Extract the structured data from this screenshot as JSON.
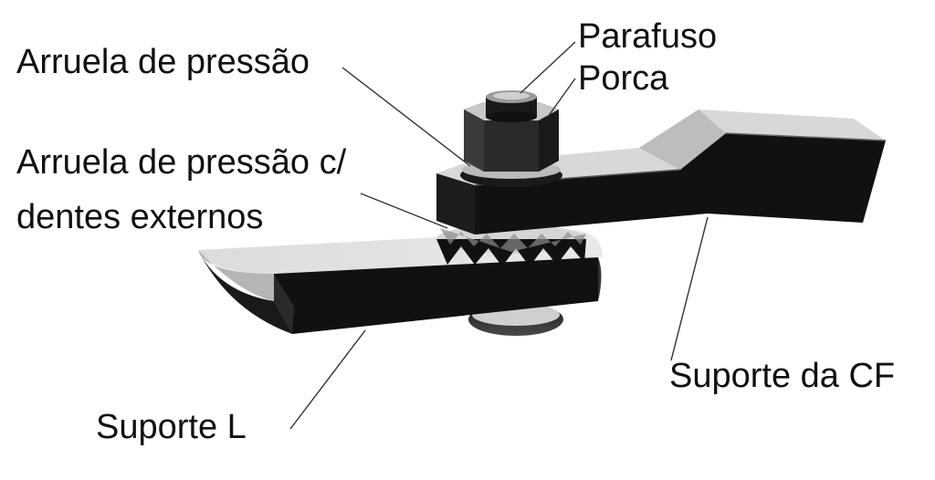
{
  "labels": {
    "parafuso": "Parafuso",
    "porca": "Porca",
    "arruela_pressao": "Arruela de pressão",
    "arruela_dentes_line1": "Arruela de pressão c/",
    "arruela_dentes_line2": "dentes externos",
    "suporte_cf": "Suporte da CF",
    "suporte_l": "Suporte L"
  },
  "colors": {
    "light_face": "#e0e0e0",
    "mid_face": "#a9a9a9",
    "dark_face": "#111111",
    "leader_line": "#333333"
  }
}
